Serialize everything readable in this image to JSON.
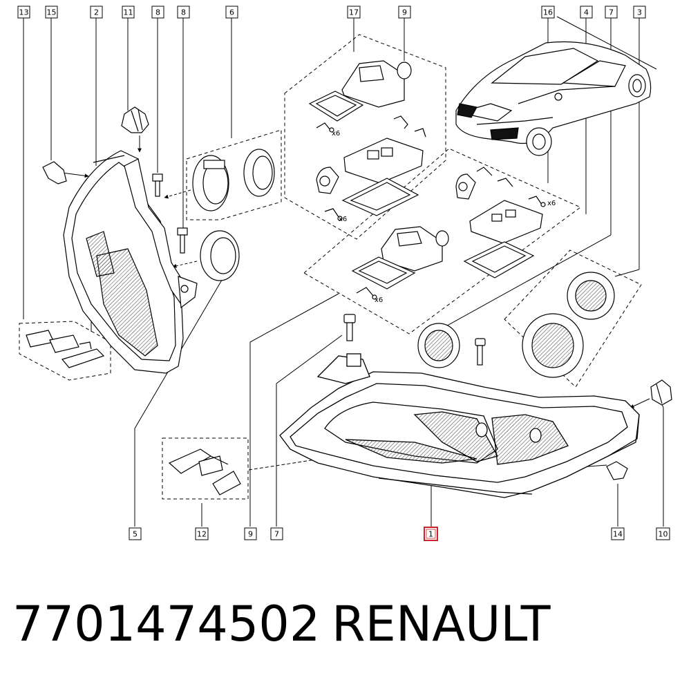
{
  "diagram": {
    "callouts": {
      "c13": "13",
      "c15": "15",
      "c2": "2",
      "c11": "11",
      "c8a": "8",
      "c8b": "8",
      "c6": "6",
      "c17": "17",
      "c9a": "9",
      "c16": "16",
      "c4": "4",
      "c7a": "7",
      "c3": "3",
      "c5": "5",
      "c12": "12",
      "c9b": "9",
      "c7b": "7",
      "c1": "1",
      "c14": "14",
      "c10": "10"
    },
    "highlighted_callout": "1",
    "highlight_color": "#d0222a",
    "quantities": {
      "q1": "x6",
      "q2": "x6",
      "q3": "x6",
      "q4": "x6"
    }
  },
  "caption": {
    "part_number": "7701474502",
    "brand": "RENAULT"
  }
}
